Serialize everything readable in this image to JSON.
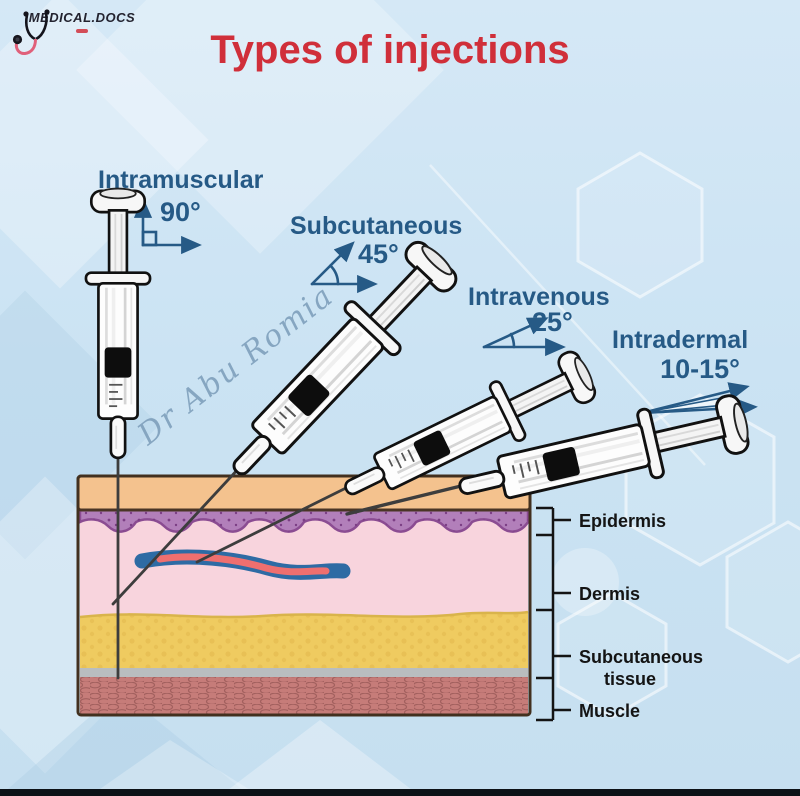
{
  "header": {
    "brand": "MEDICAL.DOCS",
    "title": "Types of injections"
  },
  "watermark": "Dr Abu Romia",
  "injections": [
    {
      "name": "Intramuscular",
      "angle": "90°"
    },
    {
      "name": "Subcutaneous",
      "angle": "45°"
    },
    {
      "name": "Intravenous",
      "angle": "25°"
    },
    {
      "name": "Intradermal",
      "angle": "10-15°"
    }
  ],
  "skin_layers": [
    {
      "label": "Epidermis"
    },
    {
      "label": "Dermis"
    },
    {
      "label_lines": [
        "Subcutaneous",
        "tissue"
      ]
    },
    {
      "label": "Muscle"
    }
  ],
  "colors": {
    "title_red": "#d02f3a",
    "label_blue": "#265a86",
    "background_blue": "#cde4f2",
    "skin_surface_tan": "#f4c28e",
    "epidermis_purple": "#b27fba",
    "dermis_pink": "#f8d4dd",
    "subcutaneous_yellow": "#efcb60",
    "muscle_red": "#c67c79",
    "vessel_blue": "#2e6ba4",
    "vessel_lumen_red": "#ef6f6f"
  }
}
